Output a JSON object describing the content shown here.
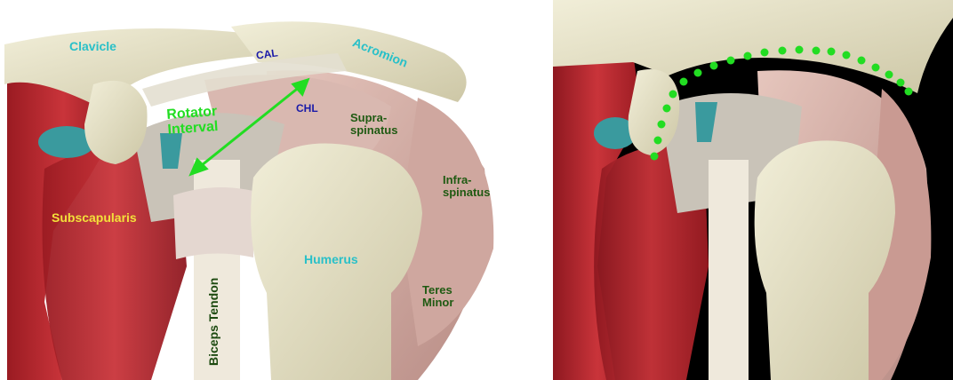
{
  "left_panel": {
    "labels": {
      "clavicle": "Clavicle",
      "cal": "CAL",
      "acromion": "Acromion",
      "rotator_interval": "Rotator\nInterval",
      "chl": "CHL",
      "supraspinatus": "Supra-\nspinatus",
      "infraspinatus": "Infra-\nspinatus",
      "subscapularis": "Subscapularis",
      "humerus": "Humerus",
      "teres_minor": "Teres\nMinor",
      "biceps_tendon": "Biceps Tendon"
    }
  },
  "colors": {
    "bone": "#e9e4c8",
    "muscle_red": "#b8232b",
    "muscle_pink": "#d9b3ab",
    "tendon": "#efe9dc",
    "ligament": "#3a9a9e",
    "arrow": "#22dd22",
    "dotted_arch": "#22dd22",
    "right_background": "#000000"
  }
}
